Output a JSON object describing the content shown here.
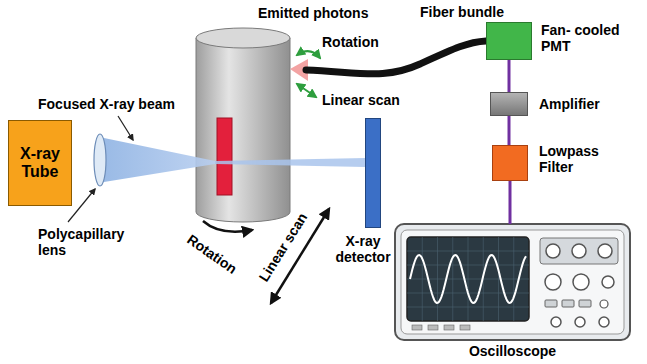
{
  "diagram": {
    "nodes": [
      {
        "text": [
          "X-ray Tube"
        ]
      },
      {
        "text": [
          "X-ray detector"
        ]
      },
      {
        "text": [
          "Fan- cooled PMT"
        ]
      },
      {
        "text": [
          "Amplifier"
        ]
      },
      {
        "text": [
          "Lowpass Filter"
        ]
      },
      {
        "text": [
          "Oscilloscope"
        ]
      }
    ],
    "edges": [
      {
        "from": 2,
        "to": 3,
        "arrow": "none"
      },
      {
        "from": 3,
        "to": 4,
        "arrow": "none"
      },
      {
        "from": 4,
        "to": 5,
        "arrow": "none"
      }
    ],
    "labels": [
      "Emitted photons",
      "Fiber bundle",
      "Rotation",
      "Linear scan",
      "Focused X-ray beam",
      "Polycapillary lens",
      "Rotation",
      "Linear scan"
    ]
  }
}
